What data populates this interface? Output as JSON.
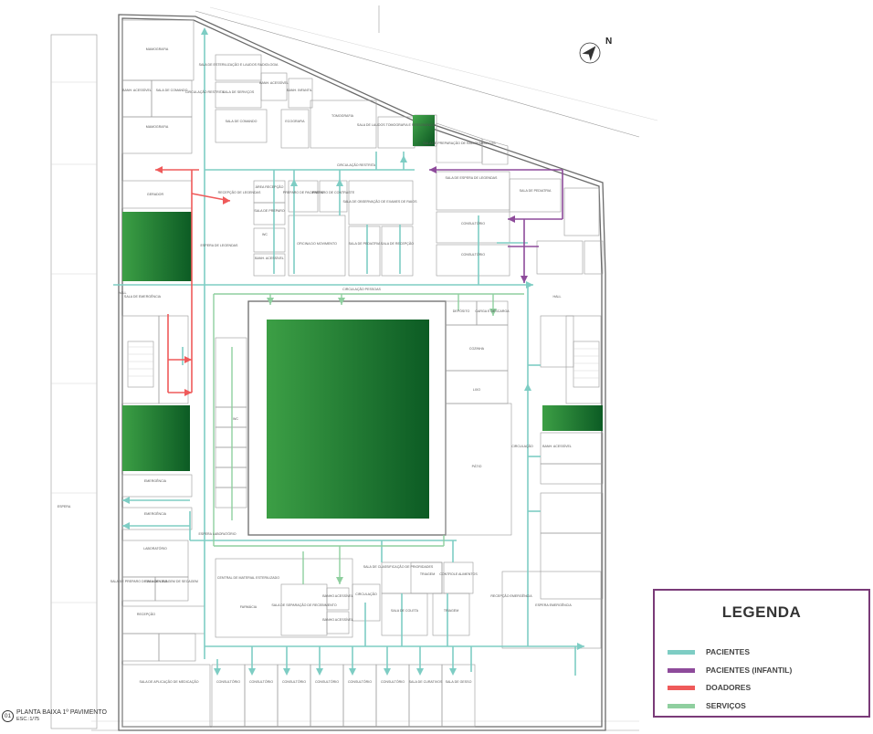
{
  "legend": {
    "title": "LEGENDA",
    "items": [
      {
        "label": "PACIENTES",
        "color": "#7ecdc4"
      },
      {
        "label": "PACIENTES (INFANTIL)",
        "color": "#8e4b9b"
      },
      {
        "label": "DOADORES",
        "color": "#ef5a5a"
      },
      {
        "label": "SERVIÇOS",
        "color": "#8fcf9f"
      }
    ]
  },
  "drawing": {
    "number": "01",
    "title": "PLANTA BAIXA 1º PAVIMENTO",
    "scale": "ESC.:1/75"
  },
  "north_label": "N",
  "colors": {
    "garden": "#2f8f3a",
    "garden_dark": "#0d5a22",
    "walls": "#6b6b6b"
  },
  "rooms": [
    {
      "id": "mamografia-1",
      "label": "MAMOGRAFIA"
    },
    {
      "id": "banho-acessivel-1",
      "label": "BANH. ACESSÍVEL"
    },
    {
      "id": "sala-comando",
      "label": "SALA DE COMANDO"
    },
    {
      "id": "mamografia-2",
      "label": "MAMOGRAFIA"
    },
    {
      "id": "circulacao-1",
      "label": "CIRCULAÇÃO RESTRITA"
    },
    {
      "id": "sala-esterilizacao",
      "label": "SALA DE ESTERILIZAÇÃO E LAUDOS RADIOLOGIA"
    },
    {
      "id": "sala-servicos",
      "label": "SALA DE SERVIÇOS"
    },
    {
      "id": "banho-acessivel-2",
      "label": "BANH. ACESSÍVEL"
    },
    {
      "id": "banho-infantil",
      "label": "BANH. INFANTIL"
    },
    {
      "id": "sala-comando-2",
      "label": "SALA DE COMANDO"
    },
    {
      "id": "tomografia",
      "label": "TOMOGRAFIA"
    },
    {
      "id": "sala-laudos",
      "label": "SALA DE LAUDOS TOMOGRAFIA E RESSONÂNCIA"
    },
    {
      "id": "ecografia",
      "label": "ECOGRAFIA"
    },
    {
      "id": "sala-preparo",
      "label": "SALA DE PREPARAÇÃO DE RADIOFÁRMACOS"
    },
    {
      "id": "circulacao-restrita",
      "label": "CIRCULAÇÃO RESTRITA"
    },
    {
      "id": "sala-espera-infantil",
      "label": "SALA DE ESPERA DE LEGENDAS"
    },
    {
      "id": "gerador",
      "label": "GERADOR"
    },
    {
      "id": "recepcao-legendas",
      "label": "RECEPÇÃO DE LEGENDAS"
    },
    {
      "id": "area-recepcao",
      "label": "ÁREA RECEPÇÃO"
    },
    {
      "id": "preparo-pacientes",
      "label": "PREPARO DE PACIENTES"
    },
    {
      "id": "preparo-contraste",
      "label": "PREPARO DE CONTRASTE"
    },
    {
      "id": "sala-observacao",
      "label": "SALA DE OBSERVAÇÃO DE EXAMES DE RAIOS"
    },
    {
      "id": "sala-preparo-2",
      "label": "SALA DE PREPARO"
    },
    {
      "id": "consultorio-1",
      "label": "CONSULTÓRIO"
    },
    {
      "id": "consultorio-2",
      "label": "CONSULTÓRIO"
    },
    {
      "id": "espera-legendas",
      "label": "ESPERA DE LEGENDAS"
    },
    {
      "id": "sala-pediatria",
      "label": "SALA DE PEDIATRIA"
    },
    {
      "id": "sala-recepcao",
      "label": "SALA DE RECEPÇÃO"
    },
    {
      "id": "oficina",
      "label": "OFICINA DO MOVIMENTO"
    },
    {
      "id": "sala-pediatria-2",
      "label": "SALA DE PEDIATRIA"
    },
    {
      "id": "banho-1",
      "label": "BANH. ACESSÍVEL"
    },
    {
      "id": "circulacao-pessoas",
      "label": "CIRCULAÇÃO PESSOAS"
    },
    {
      "id": "wc",
      "label": "WC"
    },
    {
      "id": "sala-emergencia",
      "label": "SALA DE EMERGÊNCIA"
    },
    {
      "id": "deposito",
      "label": "DEPÓSITO"
    },
    {
      "id": "carga-descarga",
      "label": "CARGA E DESCARGA"
    },
    {
      "id": "cozinha",
      "label": "COZINHA"
    },
    {
      "id": "lixo",
      "label": "LIXO"
    },
    {
      "id": "wc-2",
      "label": "WC"
    },
    {
      "id": "circulacao-b",
      "label": "CIRCULAÇÃO"
    },
    {
      "id": "banho-acessivel-3",
      "label": "BANH. ACESSÍVEL"
    },
    {
      "id": "emergencia-1",
      "label": "EMERGÊNCIA"
    },
    {
      "id": "emergencia-2",
      "label": "EMERGÊNCIA"
    },
    {
      "id": "patio",
      "label": "PÁTIO"
    },
    {
      "id": "laboratorio",
      "label": "LABORATÓRIO"
    },
    {
      "id": "coleta",
      "label": "SALA DE PREPARO DE REAGENTES"
    },
    {
      "id": "sala-lavagem",
      "label": "SALA DE LAVAGEM DE SECAGEM"
    },
    {
      "id": "espera-laboratorio",
      "label": "ESPERA LABORATÓRIO"
    },
    {
      "id": "central-material",
      "label": "CENTRAL DE MATERIAL ESTERILIZADO"
    },
    {
      "id": "farmacia",
      "label": "FARMÁCIA"
    },
    {
      "id": "sala-recebimento",
      "label": "SALA DE SEPARAÇÃO DE RECEBIMENTO"
    },
    {
      "id": "banho-acess-4",
      "label": "BANHO ACESSÍVEL"
    },
    {
      "id": "banho-acess-5",
      "label": "BANHO ACESSÍVEL"
    },
    {
      "id": "circulacao-c",
      "label": "CIRCULAÇÃO"
    },
    {
      "id": "classificacao",
      "label": "SALA DE CLASSIFICAÇÃO DE PRIORIDADES"
    },
    {
      "id": "sala-coleta",
      "label": "SALA DE COLETA"
    },
    {
      "id": "triagem-1",
      "label": "TRIAGEM"
    },
    {
      "id": "triagem-2",
      "label": "TRIAGEM"
    },
    {
      "id": "controle-alimentos",
      "label": "CONTROLE ALIMENTOS"
    },
    {
      "id": "recepcao-emergencia",
      "label": "RECEPÇÃO EMERGÊNCIA"
    },
    {
      "id": "espera-emergencia",
      "label": "ESPERA EMERGÊNCIA"
    },
    {
      "id": "recepcao-pacientes",
      "label": "RECEPÇÃO"
    },
    {
      "id": "sala-aplicacao",
      "label": "SALA DE APLICAÇÃO DE MEDICAÇÃO"
    },
    {
      "id": "c1",
      "label": "CONSULTÓRIO"
    },
    {
      "id": "c2",
      "label": "CONSULTÓRIO"
    },
    {
      "id": "c3",
      "label": "CONSULTÓRIO"
    },
    {
      "id": "c4",
      "label": "CONSULTÓRIO"
    },
    {
      "id": "c5",
      "label": "CONSULTÓRIO"
    },
    {
      "id": "c6",
      "label": "CONSULTÓRIO"
    },
    {
      "id": "sala-curativos",
      "label": "SALA DE CURATIVOS"
    },
    {
      "id": "sala-gesso",
      "label": "SALA DE GESSO"
    },
    {
      "id": "hall",
      "label": "HALL"
    },
    {
      "id": "hall-2",
      "label": "HALL"
    },
    {
      "id": "espera-lab",
      "label": "ESPERA"
    }
  ]
}
